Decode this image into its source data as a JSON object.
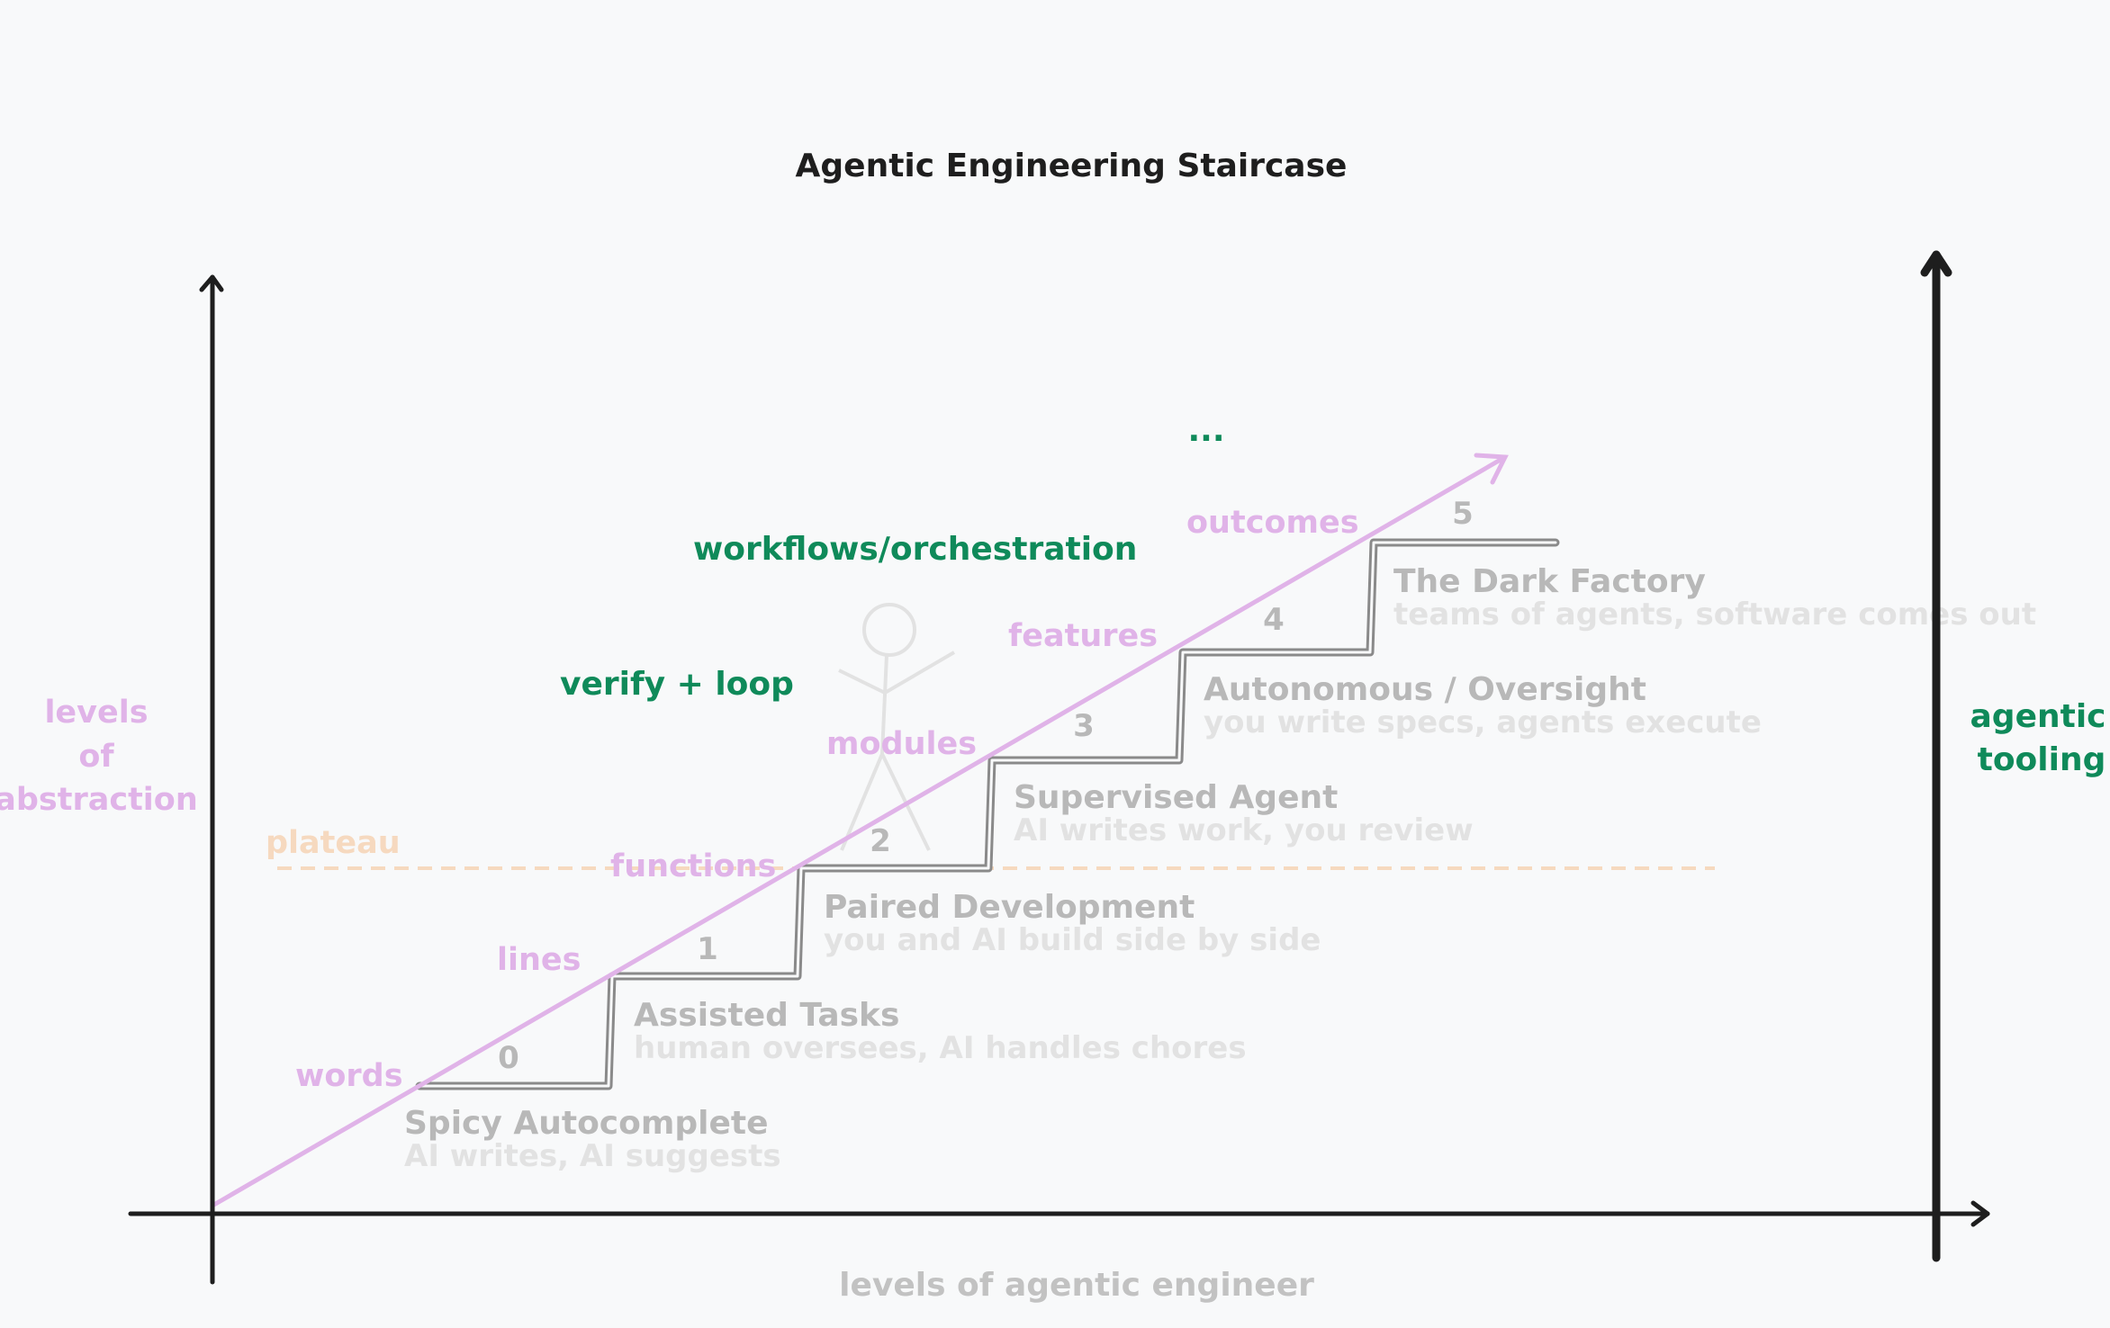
{
  "title": "Agentic Engineering Staircase",
  "x_axis_label": "levels of agentic engineer",
  "left_axis_label": [
    "levels",
    "of",
    "abstraction"
  ],
  "right_axis_label": [
    "agentic",
    "tooling"
  ],
  "plateau_label": "plateau",
  "abstraction_levels": [
    "words",
    "lines",
    "functions",
    "modules",
    "features",
    "outcomes"
  ],
  "tooling_labels": {
    "verify": "verify + loop",
    "workflows": "workflows/orchestration",
    "more": "..."
  },
  "steps": [
    {
      "number": "0",
      "name": "Spicy Autocomplete",
      "desc": "AI writes, AI suggests"
    },
    {
      "number": "1",
      "name": "Assisted Tasks",
      "desc": "human oversees, AI handles chores"
    },
    {
      "number": "2",
      "name": "Paired Development",
      "desc": "you and AI build side by side"
    },
    {
      "number": "3",
      "name": "Supervised Agent",
      "desc": "AI writes work, you review"
    },
    {
      "number": "4",
      "name": "Autonomous / Oversight",
      "desc": "you write specs, agents execute"
    },
    {
      "number": "5",
      "name": "The Dark Factory",
      "desc": "teams of agents, software comes out"
    }
  ],
  "colors": {
    "axis": "#1e1e1e",
    "pink": "#e0b3e8",
    "green": "#0f8a5a",
    "stair": "#8a8a8a",
    "step_text": "#b8b8b8",
    "step_desc": "#e2e2e2",
    "plateau": "#f6d9bf",
    "figure": "#e2e2e2",
    "axis_label_gray": "#c2c2c2"
  }
}
